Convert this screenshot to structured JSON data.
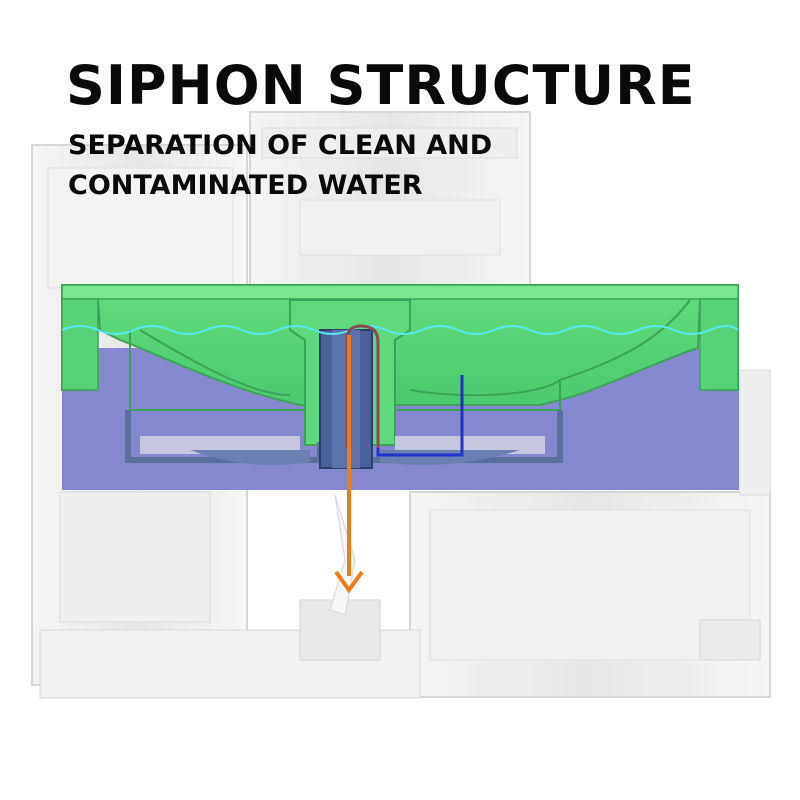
{
  "header": {
    "title": "SIPHON STRUCTURE",
    "subtitle_line1": "SEPARATION OF CLEAN AND",
    "subtitle_line2": "CONTAMINATED WATER"
  },
  "colors": {
    "background": "#ffffff",
    "text": "#0a0a0a",
    "clean_water_green": "#5bd77a",
    "contaminated_water_purple": "#8588cf",
    "water_level_line": "#5ae8f0",
    "siphon_tube_brown": "#8a4a52",
    "clean_flow_blue": "#2233cc",
    "outflow_arrow_orange": "#f07a14",
    "ghost_housing": "#e9e9e9"
  },
  "icons": {
    "outflow_arrow": "arrow-down-icon"
  }
}
